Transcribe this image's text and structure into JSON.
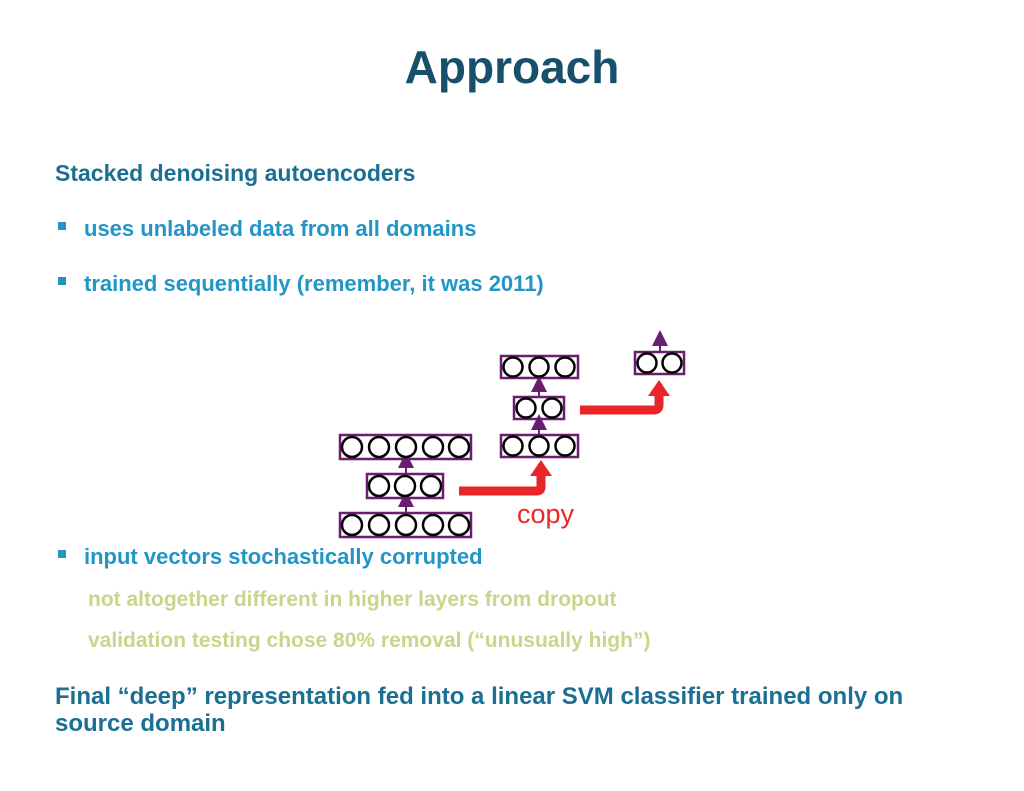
{
  "title": "Approach",
  "heading": "Stacked denoising autoencoders",
  "bullets": [
    "uses unlabeled data from all domains",
    "trained sequentially (remember, it was 2011)",
    "input vectors stochastically corrupted"
  ],
  "sub_points": [
    "not altogether different in higher layers from dropout",
    "validation testing chose 80% removal (“unusually high”)"
  ],
  "final": "Final “deep” representation fed into a linear SVM classifier trained only on source domain",
  "diagram": {
    "copy_label": "copy",
    "colors": {
      "layer_border": "#6a1f6e",
      "arrow": "#e8262a",
      "node": "#000000"
    }
  }
}
